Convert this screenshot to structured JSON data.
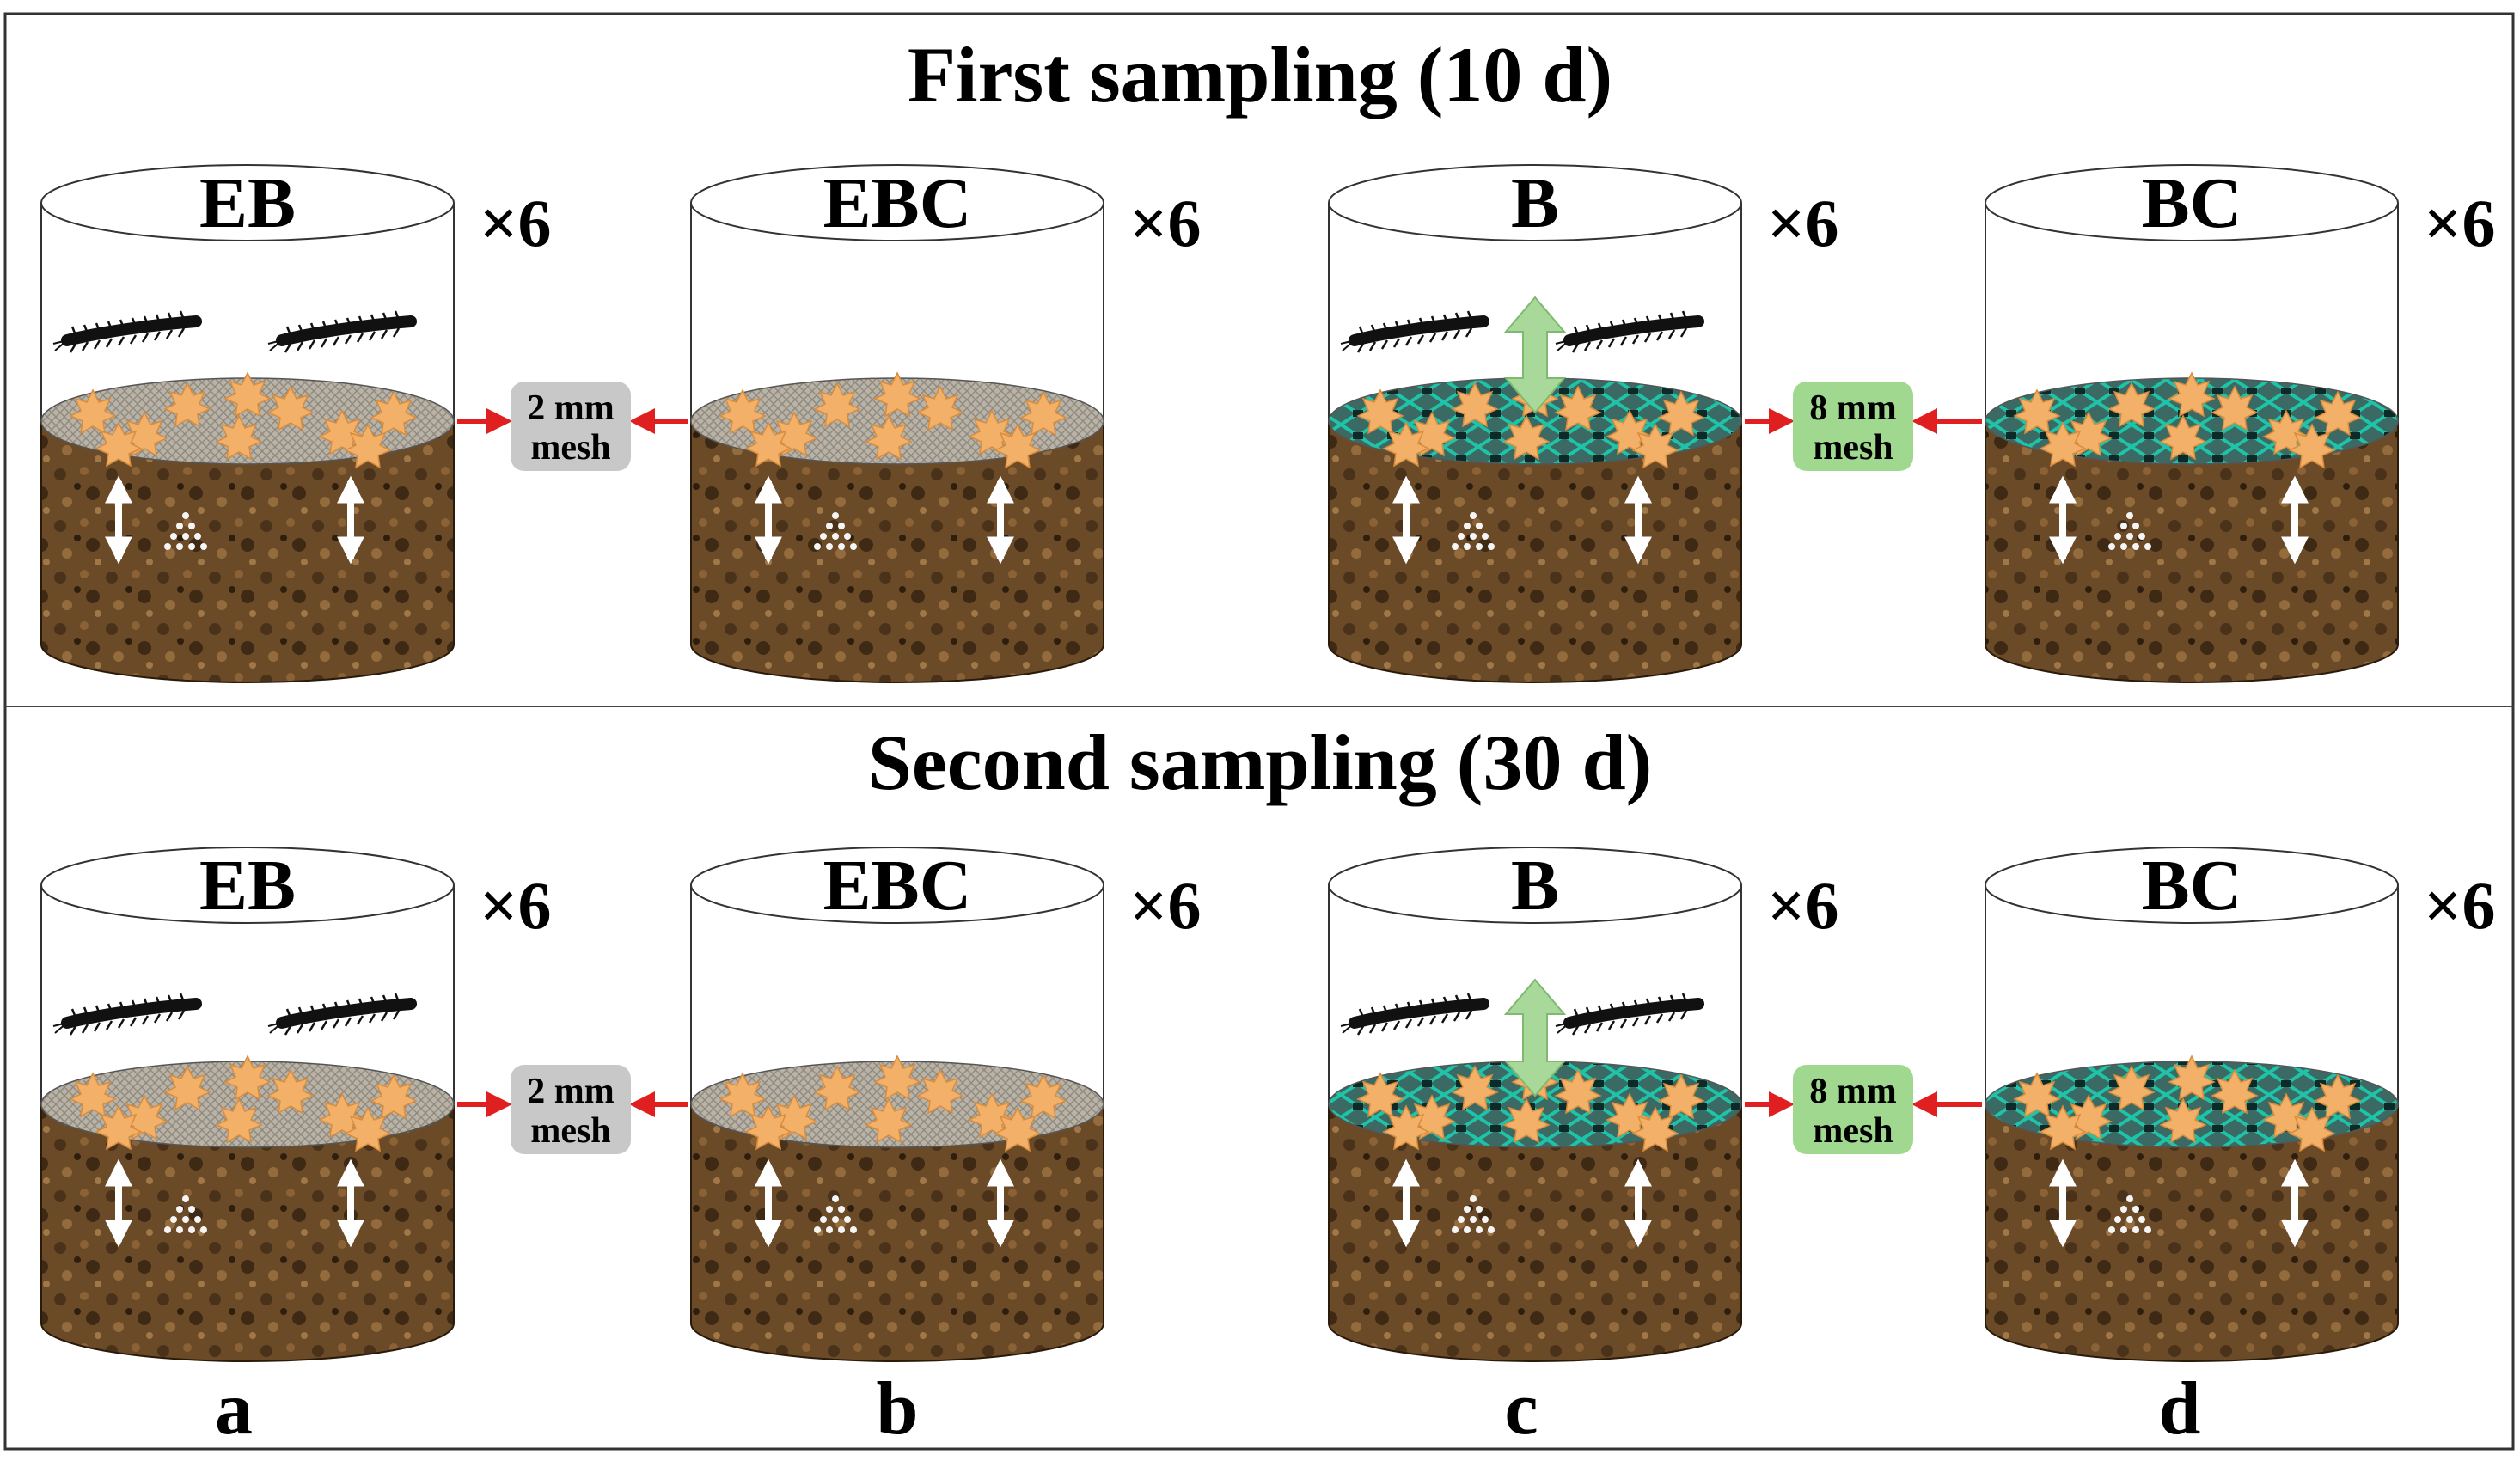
{
  "rows": [
    {
      "title": "First sampling (10 d)"
    },
    {
      "title": "Second sampling (30 d)"
    }
  ],
  "treatments": [
    {
      "label": "EB",
      "replicates": "×6",
      "mesh": "2 mm",
      "fauna": true
    },
    {
      "label": "EBC",
      "replicates": "×6",
      "mesh": "2 mm",
      "fauna": false
    },
    {
      "label": "B",
      "replicates": "×6",
      "mesh": "8 mm",
      "fauna": true
    },
    {
      "label": "BC",
      "replicates": "×6",
      "mesh": "8 mm",
      "fauna": false
    }
  ],
  "mesh_tags": [
    {
      "line1": "2 mm",
      "line2": "mesh",
      "color": "#c8c8c8"
    },
    {
      "line1": "8 mm",
      "line2": "mesh",
      "color": "#9fd88e"
    }
  ],
  "column_letters": [
    "a",
    "b",
    "c",
    "d"
  ],
  "colors": {
    "frame": "#333333",
    "soil": "#5a3f22",
    "leaf": "#f2b068",
    "mesh_fine": "#b8b0a4",
    "mesh_coarse": "#1f8c7d",
    "arrow_red": "#e02020",
    "arrow_green": "#a8d89a"
  }
}
